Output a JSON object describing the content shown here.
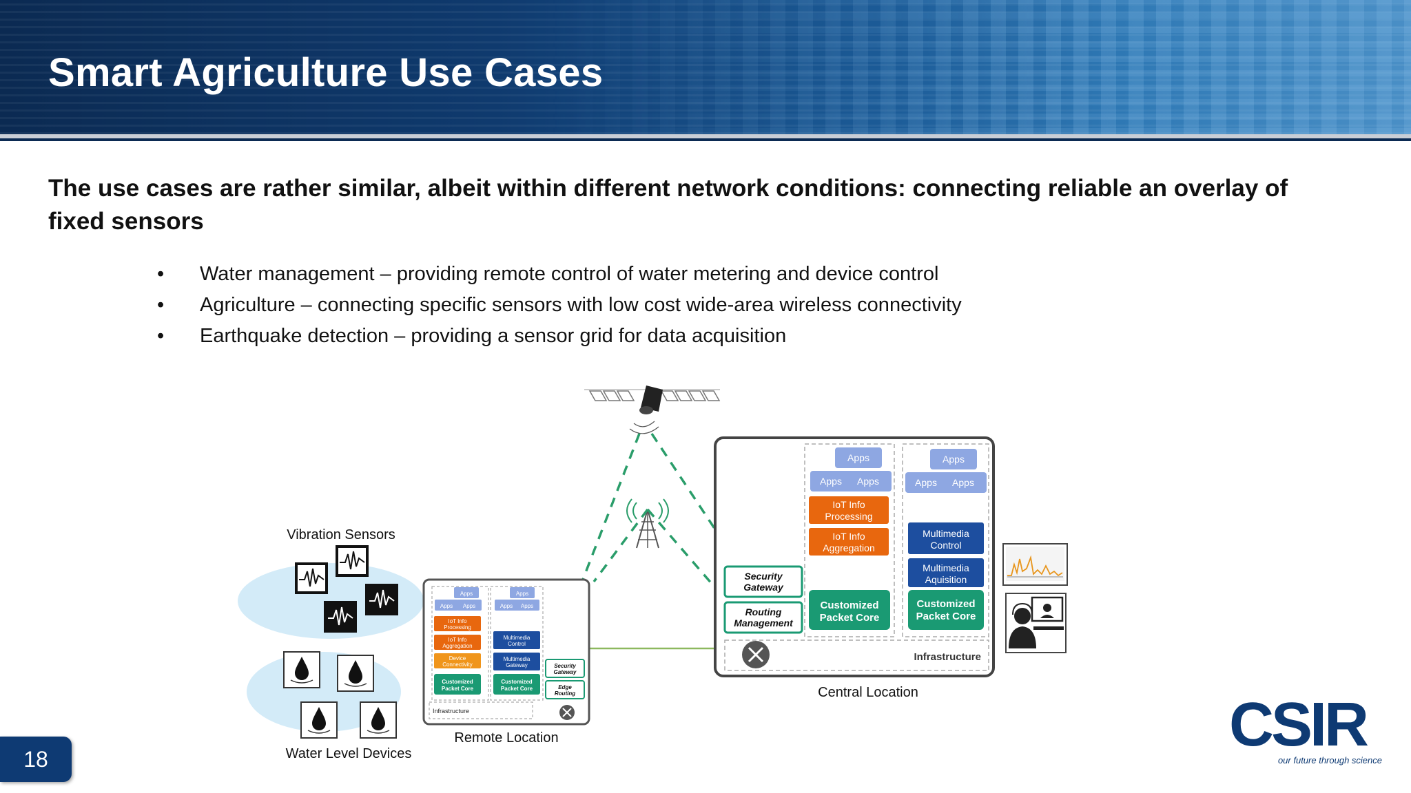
{
  "slide": {
    "title": "Smart Agriculture Use Cases",
    "subtitle": "The use cases are rather similar, albeit within different network conditions: connecting reliable an overlay of fixed sensors",
    "bullets": [
      "Water management – providing remote control of water metering and device control",
      "Agriculture – connecting specific sensors with low cost wide-area wireless connectivity",
      "Earthquake detection – providing a sensor grid for data acquisition"
    ],
    "bullet_glyph": "•",
    "page_number": "18"
  },
  "diagram": {
    "labels": {
      "vibration_sensors": "Vibration Sensors",
      "water_level_devices": "Water Level Devices",
      "remote_location": "Remote Location",
      "central_location": "Central Location"
    },
    "central": {
      "apps": "Apps",
      "iot_processing": [
        "IoT Info",
        "Processing"
      ],
      "iot_aggregation": [
        "IoT Info",
        "Aggregation"
      ],
      "mm_control": [
        "Multimedia",
        "Control"
      ],
      "mm_aquisition": [
        "Multimedia",
        "Aquisition"
      ],
      "packet_core": [
        "Customized",
        "Packet Core"
      ],
      "security_gateway": [
        "Security",
        "Gateway"
      ],
      "routing_management": [
        "Routing",
        "Management"
      ],
      "infrastructure": "Infrastructure"
    },
    "remote": {
      "apps": "Apps",
      "iot_processing": [
        "IoT Info",
        "Processing"
      ],
      "iot_aggregation": [
        "IoT Info",
        "Aggregation"
      ],
      "device_connectivity": [
        "Device",
        "Connectivity"
      ],
      "mm_control": [
        "Multimedia",
        "Control"
      ],
      "mm_gateway": [
        "Multimedia",
        "Gateway"
      ],
      "packet_core": [
        "Customized",
        "Packet Core"
      ],
      "security_gateway": [
        "Security",
        "Gateway"
      ],
      "edge_routing": [
        "Edge",
        "Routing"
      ],
      "infrastructure": "Infrastructure"
    }
  },
  "logo": {
    "text": "CSIR",
    "tagline": "our future through science"
  },
  "colors": {
    "header_dark": "#0b2a52",
    "apps_blue": "#8ea7e2",
    "orange": "#e8670e",
    "dark_blue": "#1d4e9f",
    "green": "#1a9a73",
    "link_green": "#2f9e6e",
    "csir_blue": "#0e3a73"
  }
}
